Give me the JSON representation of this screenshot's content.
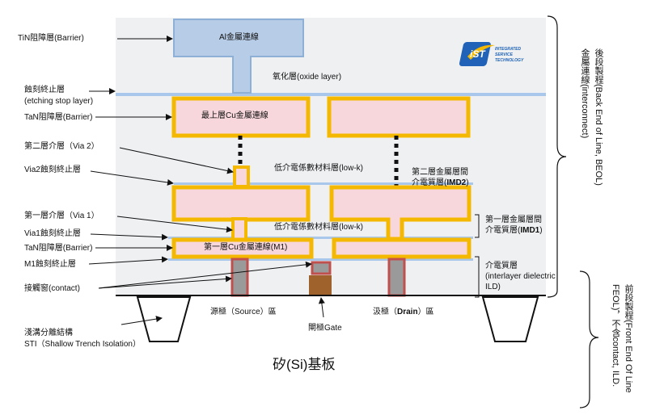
{
  "colors": {
    "background_region": "#eef0f2",
    "barrier": "#f5b800",
    "metal_fill": "#f8d7dc",
    "al_fill": "#b7cce6",
    "al_stroke": "#8fb0d6",
    "stop_layer": "#a9c7ea",
    "contact_fill": "#9a9a9a",
    "contact_stroke": "#c0504d",
    "gate": "#a0622d",
    "logo_blue": "#1f62b8",
    "logo_yellow": "#f5b800"
  },
  "left_labels": {
    "tin_barrier": "TiN阻障層(Barrier)",
    "etch_stop_zh": "蝕刻終止層",
    "etch_stop_en": "(etching stop layer)",
    "tan_barrier_top": "TaN阻障層(Barrier)",
    "via2": "第二層介層（Via 2）",
    "via2_etch_stop": "Via2蝕刻終止層",
    "via1": "第一層介層（Via 1）",
    "via1_etch_stop": "Via1蝕刻終止層",
    "tan_barrier_bottom": "TaN阻障層(Barrier)",
    "m1_etch_stop": "M1蝕刻終止層",
    "contact": "接觸窗(contact)",
    "sti_zh": "淺溝分離結構",
    "sti_en": "STI（Shallow Trench Isolation）"
  },
  "inner_labels": {
    "al_wire": "Al金屬連線",
    "oxide": "氧化層(oxide layer)",
    "top_cu": "最上層Cu金屬連線",
    "low_k_upper": "低介電係數材料層(low-k)",
    "imd2_line1": "第二層金屬層間",
    "imd2_line2_prefix": "介電質層(",
    "imd2_line2_bold": "IMD2",
    "imd2_line2_suffix": ")",
    "low_k_lower": "低介電係數材料層(low-k)",
    "m1": "第一層Cu金屬連線(M1)",
    "source": "源極（Source）區",
    "drain_prefix": "汲極（",
    "drain_bold": "Drain",
    "drain_suffix": "）區",
    "gate": "閘極Gate",
    "substrate": "矽(Si)基板"
  },
  "right_labels": {
    "imd1_line1": "第一層金屬層間",
    "imd1_line2_prefix": "介電質層(",
    "imd1_line2_bold": "IMD1",
    "imd1_line2_suffix": ")",
    "ild_line1": "介電質層",
    "ild_line2": "(interlayer dielectric",
    "ild_line3": "ILD)",
    "beol_col1": "後段製程(Back End of Line, BEOL)",
    "beol_col2": "金屬連線(interconnect)",
    "feol_col1": "前段製程(Front End Of Line",
    "feol_col2": "FEOL)，不含contact, ILD."
  },
  "logo": {
    "mark": "iST",
    "line1": "INTEGRATED",
    "line2": "SERVICE",
    "line3": "TECHNOLOGY"
  }
}
